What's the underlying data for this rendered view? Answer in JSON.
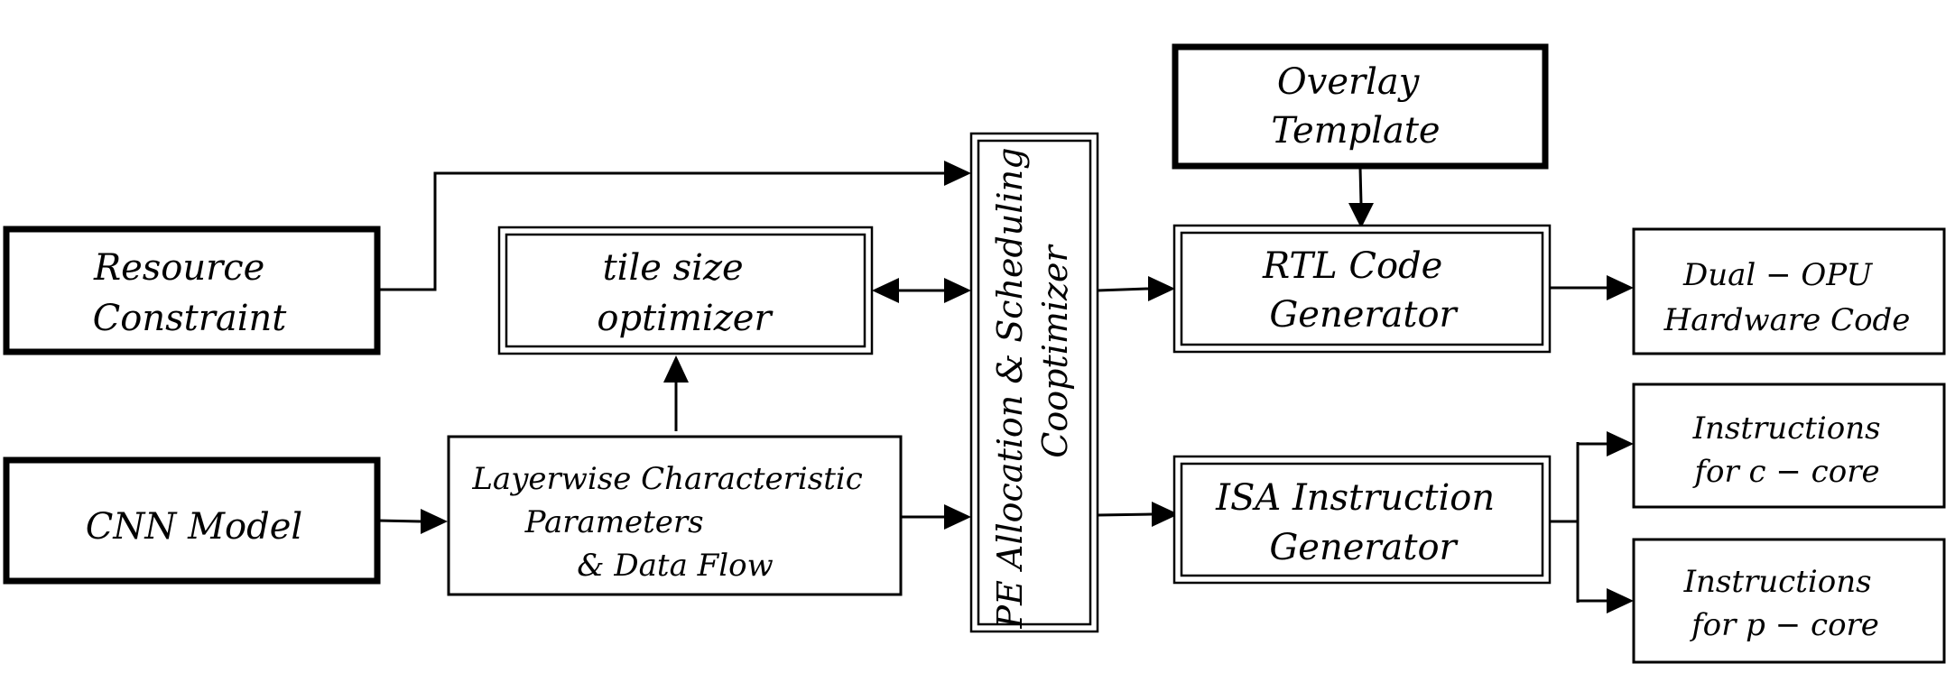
{
  "nodes": {
    "resource": {
      "lines": [
        "Resource",
        "Constraint"
      ]
    },
    "cnn": {
      "lines": [
        "CNN Model"
      ]
    },
    "tile": {
      "lines": [
        "tile size",
        "optimizer"
      ]
    },
    "layerwise": {
      "lines": [
        "Layerwise Characteristic",
        "Parameters",
        "& Data Flow"
      ]
    },
    "pe": {
      "lines": [
        "PE Allocation & Scheduling",
        "Cooptimizer"
      ]
    },
    "overlay": {
      "lines": [
        "Overlay",
        "Template"
      ]
    },
    "rtl": {
      "lines": [
        "RTL Code",
        "Generator"
      ]
    },
    "isa": {
      "lines": [
        "ISA Instruction",
        "Generator"
      ]
    },
    "dualopu": {
      "lines": [
        "Dual − OPU",
        "Hardware Code"
      ]
    },
    "ccore": {
      "lines": [
        "Instructions",
        "for c − core"
      ]
    },
    "pcore": {
      "lines": [
        "Instructions",
        "for p − core"
      ]
    }
  },
  "edges": [
    {
      "from": "resource",
      "to": "pe"
    },
    {
      "from": "cnn",
      "to": "layerwise"
    },
    {
      "from": "layerwise",
      "to": "tile"
    },
    {
      "from": "tile",
      "to": "pe",
      "bidirectional": true
    },
    {
      "from": "layerwise",
      "to": "pe"
    },
    {
      "from": "overlay",
      "to": "rtl"
    },
    {
      "from": "pe",
      "to": "rtl"
    },
    {
      "from": "pe",
      "to": "isa"
    },
    {
      "from": "rtl",
      "to": "dualopu"
    },
    {
      "from": "isa",
      "to": "ccore"
    },
    {
      "from": "isa",
      "to": "pcore"
    }
  ]
}
